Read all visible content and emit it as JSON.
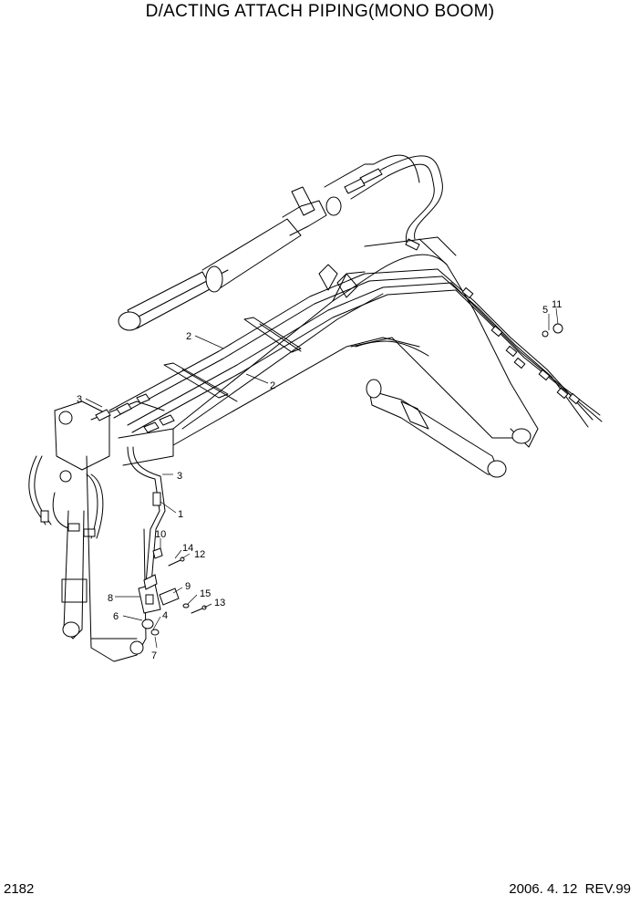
{
  "title": "D/ACTING ATTACH PIPING(MONO BOOM)",
  "page_number": "2182",
  "revision": "2006. 4. 12  REV.99",
  "callouts": {
    "c1": "1",
    "c2a": "2",
    "c2b": "2",
    "c3a": "3",
    "c3b": "3",
    "c4": "4",
    "c5": "5",
    "c6": "6",
    "c7": "7",
    "c8": "8",
    "c9": "9",
    "c10": "10",
    "c11": "11",
    "c12": "12",
    "c13": "13",
    "c14": "14",
    "c15": "15"
  }
}
